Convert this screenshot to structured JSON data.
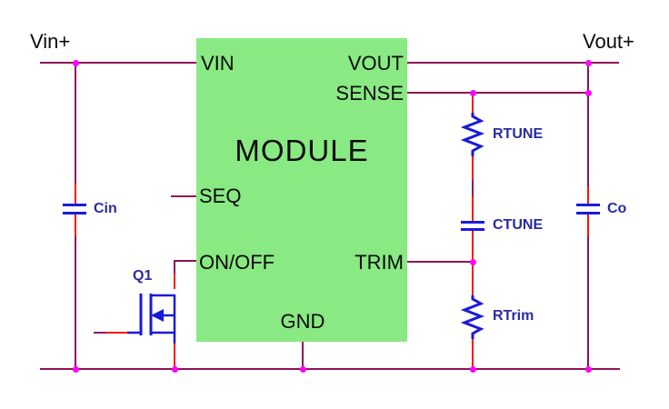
{
  "diagram": {
    "terminals": {
      "vin_plus": "Vin+",
      "vout_plus": "Vout+"
    },
    "module": {
      "title": "MODULE",
      "pins": {
        "vin": "VIN",
        "vout": "VOUT",
        "sense": "SENSE",
        "seq": "SEQ",
        "onoff": "ON/OFF",
        "trim": "TRIM",
        "gnd": "GND"
      }
    },
    "components": {
      "cin": "Cin",
      "co": "Co",
      "q1": "Q1",
      "rtune": "RTUNE",
      "ctune": "CTUNE",
      "rtrim": "RTrim"
    }
  },
  "colors": {
    "wire": "#8E1356",
    "lead_red": "#FF1400",
    "junction_dot": "#FF00FF",
    "component": "#1A1ADC",
    "component_label": "#2B2BA0",
    "module_fill": "#89E982",
    "label_text": "#0A0A0A"
  }
}
